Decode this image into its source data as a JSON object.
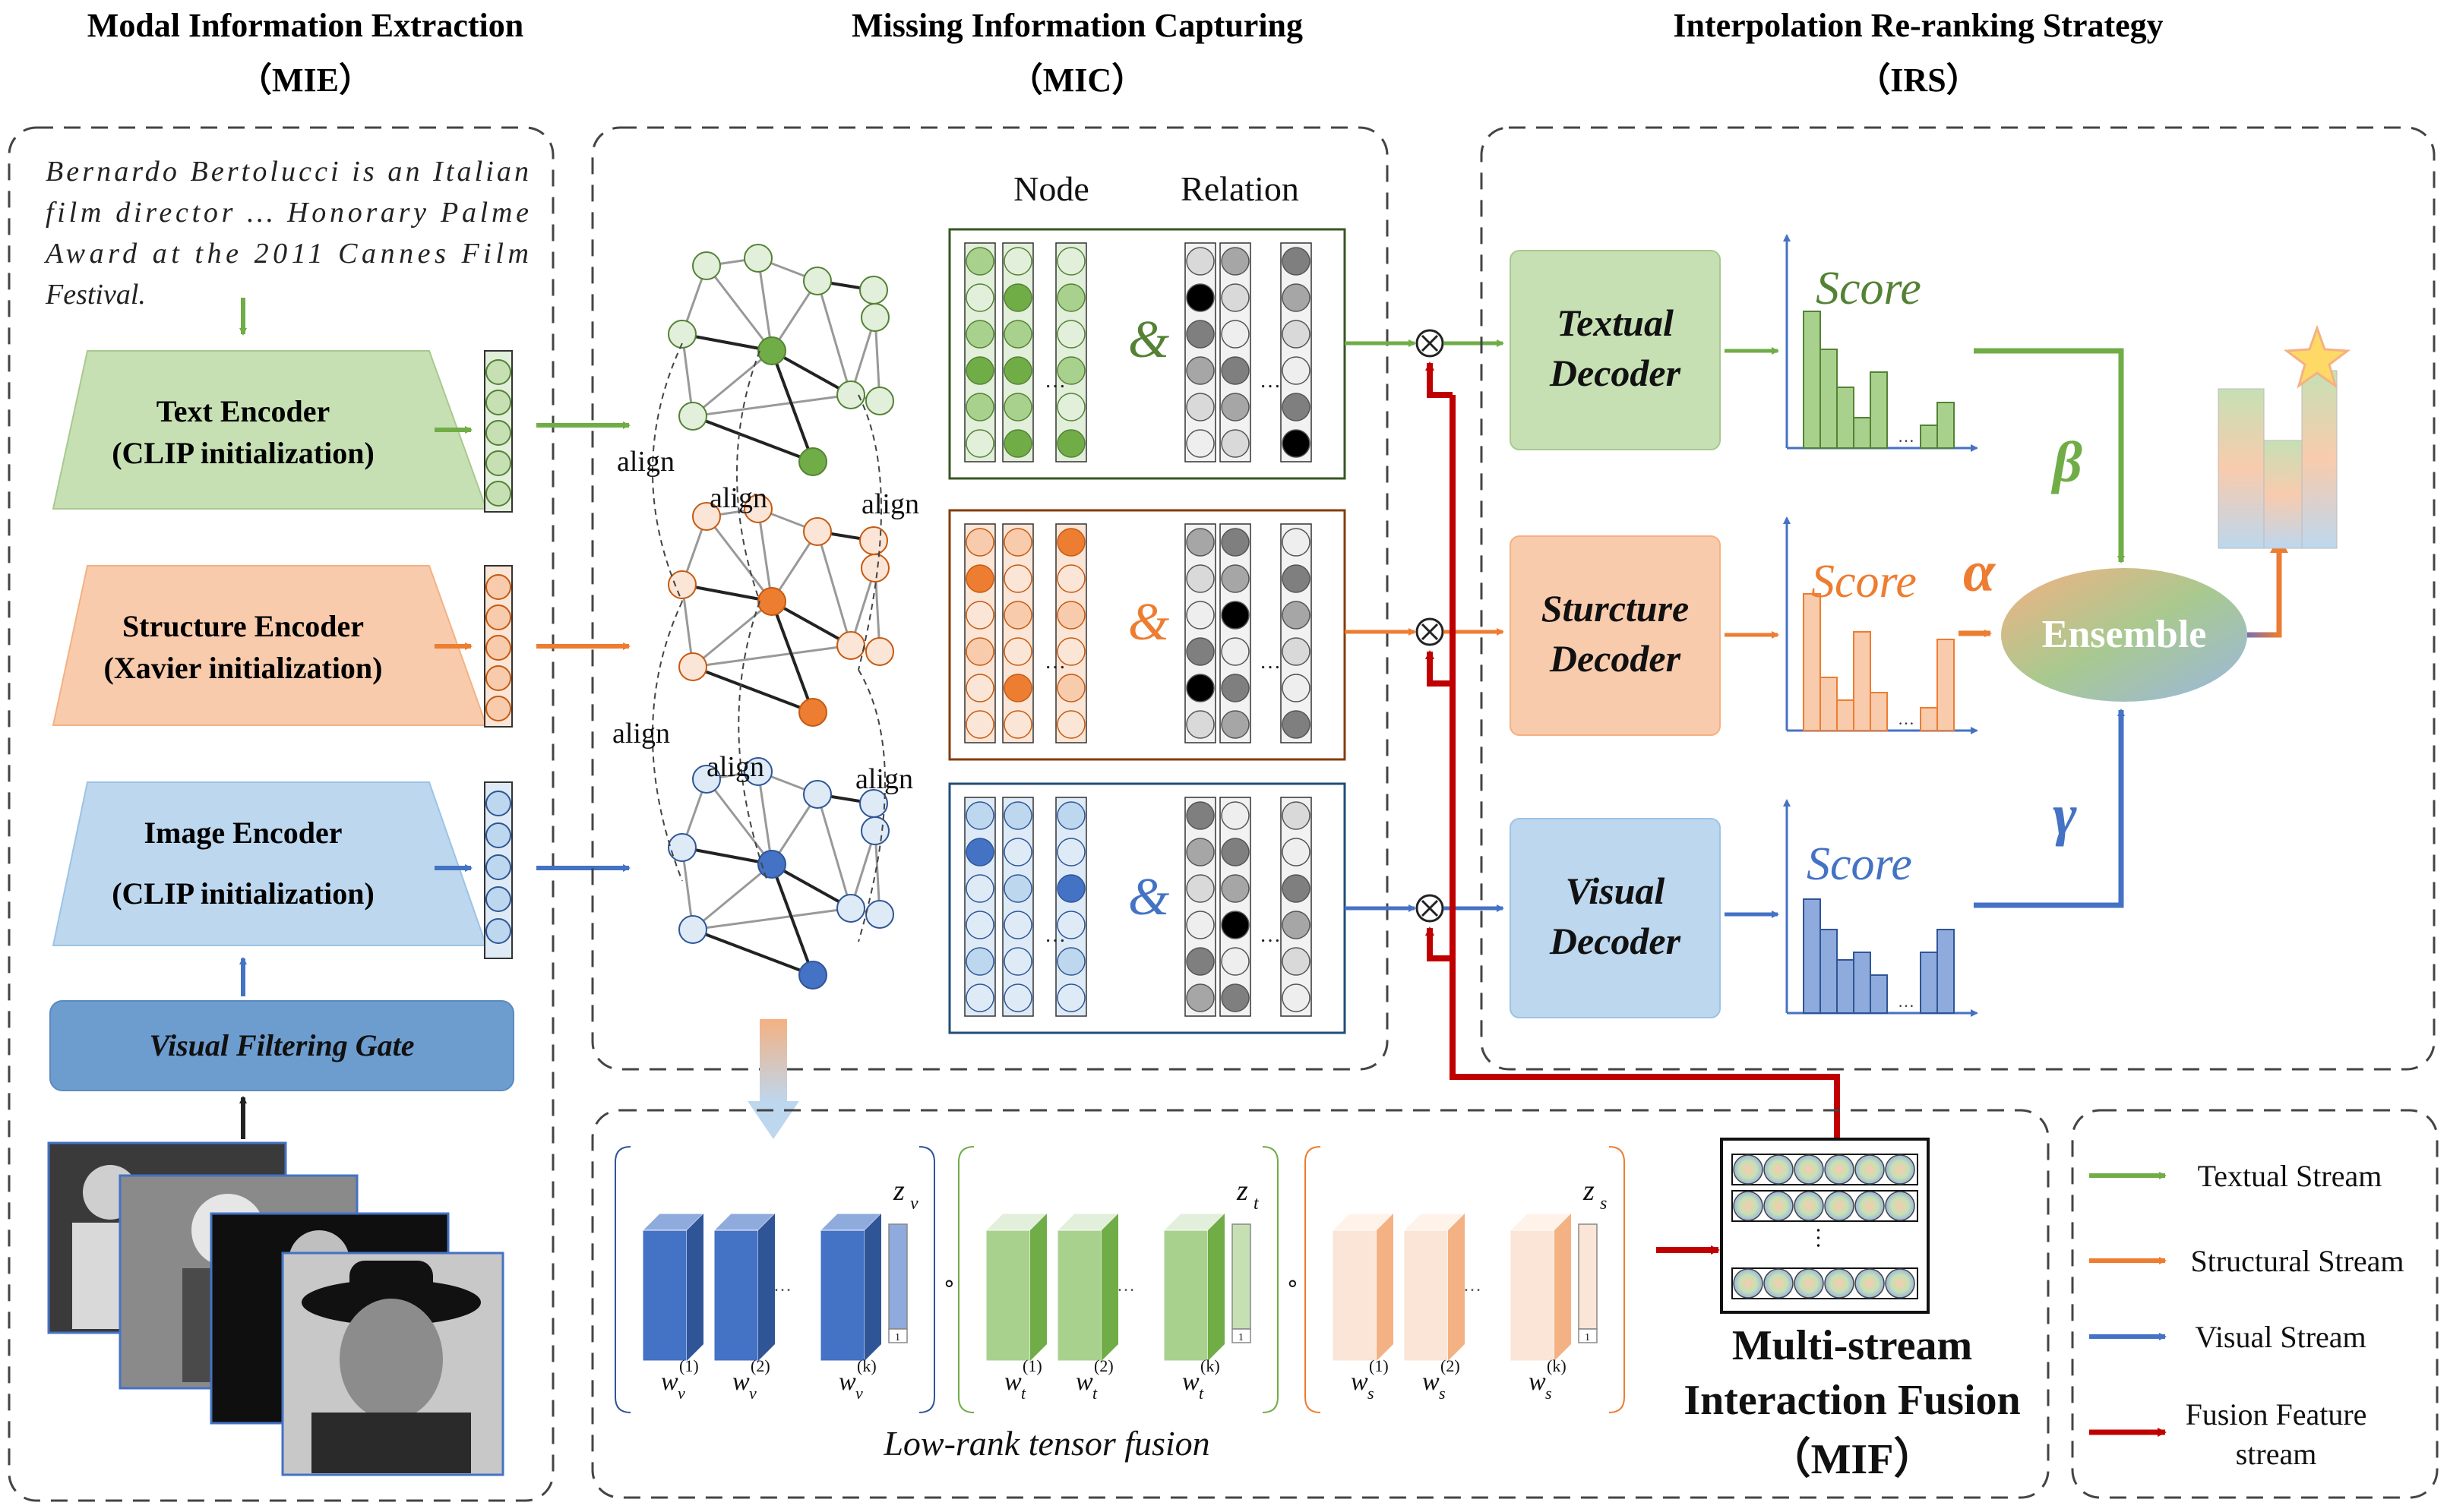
{
  "sections": {
    "mie": {
      "title": "Modal Information Extraction",
      "abbr": "（MIE）"
    },
    "mic": {
      "title": "Missing Information Capturing",
      "abbr": "（MIC）"
    },
    "irs": {
      "title": "Interpolation Re-ranking Strategy",
      "abbr": "（IRS）"
    },
    "mif": {
      "title_line1": "Multi-stream",
      "title_line2": "Interaction Fusion",
      "abbr": "（MIF）"
    }
  },
  "mie": {
    "description_lines": [
      "Bernardo  Bertolucci  is  an  Italian",
      "film  director  …    Honorary  Palme",
      "Award  at  the  2011  Cannes  Film",
      "Festival."
    ],
    "encoders": {
      "text": {
        "line1": "Text Encoder",
        "line2": "(CLIP initialization)",
        "color": "#c6e0b4"
      },
      "structure": {
        "line1": "Structure Encoder",
        "line2": "(Xavier initialization)",
        "color": "#f8cbad"
      },
      "image": {
        "line1": "Image Encoder",
        "line2": "(CLIP initialization)",
        "color": "#bdd7ee"
      }
    },
    "gate": {
      "label": "Visual Filtering Gate",
      "color": "#6d9ccf"
    }
  },
  "mic": {
    "col_node": "Node",
    "col_relation": "Relation",
    "align_label": "align",
    "amp": "&"
  },
  "irs": {
    "decoders": {
      "textual": {
        "line1": "Textual",
        "line2": "Decoder"
      },
      "structure": {
        "line1": "Sturcture",
        "line2": "Decoder"
      },
      "visual": {
        "line1": "Visual",
        "line2": "Decoder"
      }
    },
    "score_label": "Score",
    "ensemble": "Ensemble",
    "weights": {
      "beta": "β",
      "alpha": "α",
      "gamma": "γ"
    }
  },
  "fusion": {
    "caption": "Low-rank tensor fusion",
    "ellipsis": "…",
    "op": "∘",
    "z": {
      "v": "z",
      "v_sub": "v",
      "t": "z",
      "t_sub": "t",
      "s": "z",
      "s_sub": "s"
    },
    "w": {
      "base": "w",
      "sup1": "(1)",
      "sup2": "(2)",
      "supk": "(k)"
    },
    "one": "1"
  },
  "legend": {
    "items": [
      {
        "label": "Textual Stream",
        "color": "#70ad47"
      },
      {
        "label": "Structural Stream",
        "color": "#ed7d31"
      },
      {
        "label": "Visual Stream",
        "color": "#4472c4"
      },
      {
        "label": "Fusion Feature",
        "label2": "stream",
        "color": "#c00000"
      }
    ]
  },
  "colors": {
    "green": "#70ad47",
    "orange": "#ed7d31",
    "blue": "#4472c4",
    "red": "#c00000",
    "green_text": "#548235"
  }
}
